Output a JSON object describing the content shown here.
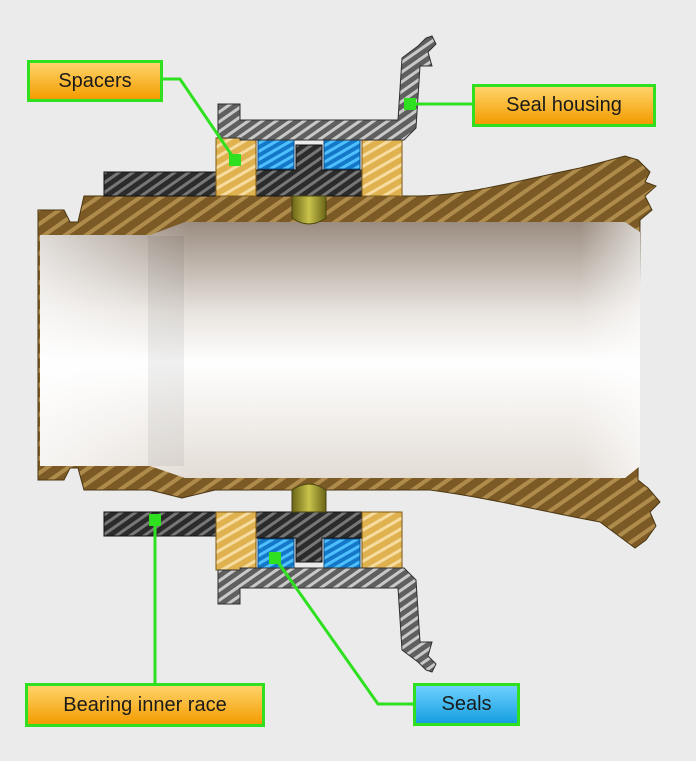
{
  "diagram": {
    "labels": {
      "spacers": "Spacers",
      "seal_housing": "Seal housing",
      "bearing_inner_race": "Bearing inner race",
      "seals": "Seals"
    },
    "colors": {
      "background": "#ebebeb",
      "callout_border": "#2ee01f",
      "callout_line": "#2ee01f",
      "label_fill_orange": "#f7a90c",
      "label_fill_blue": "#1aa6e6",
      "shaft_brown": "#7a5a24",
      "spacer_tan": "#d9a441",
      "seal_blue": "#1d8fe0",
      "race_dark": "#2a2a2a",
      "housing_gray": "#6e6e6e",
      "bore_light": "#f4f2f0"
    }
  }
}
